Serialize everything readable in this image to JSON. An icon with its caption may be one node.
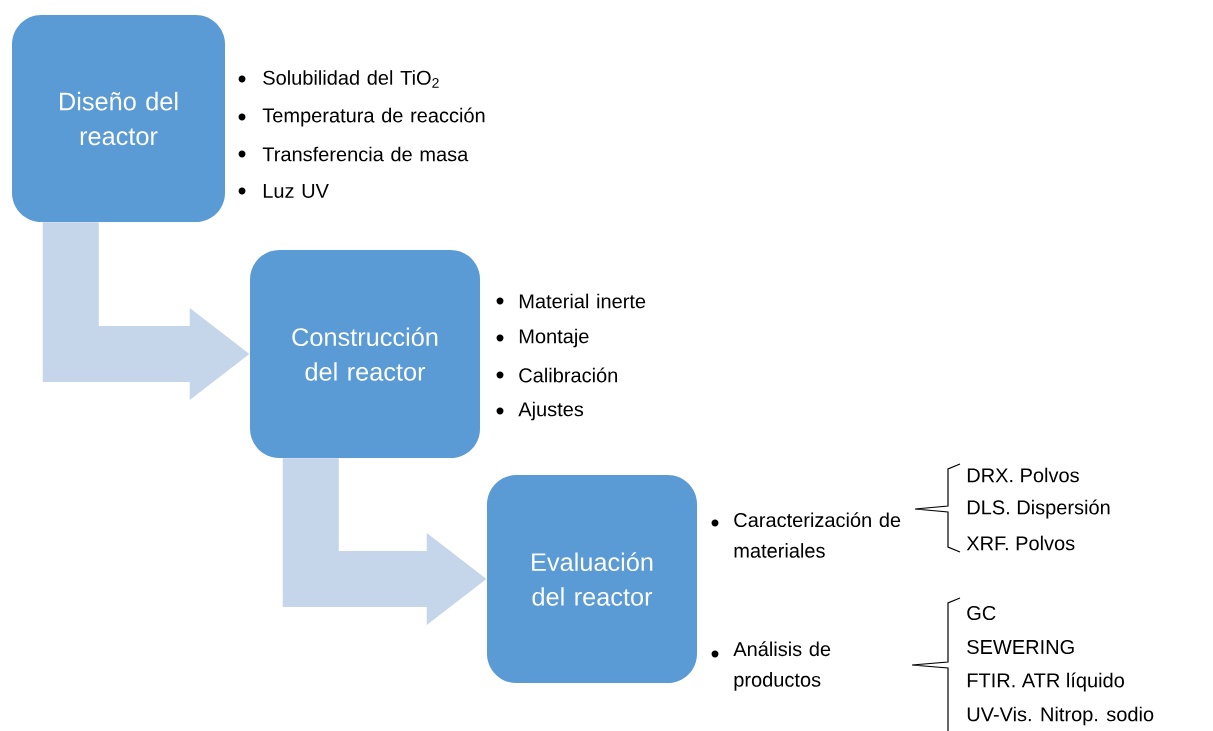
{
  "diagram": {
    "nodes": [
      {
        "text": [
          "Diseño del reactor"
        ],
        "beside": [
          "Solubilidad del TiO$_{2}$",
          "Temperatura de reacción",
          "Transferencia de masa",
          "Luz UV"
        ]
      },
      {
        "text": [
          "Construcción del reactor"
        ],
        "beside": [
          "Material inerte",
          "Montaje",
          "Calibración",
          "Ajustes"
        ]
      },
      {
        "text": [
          "Evaluación del reactor"
        ],
        "beside": [
          "Caracterización de materiales",
          "Análisis de productos"
        ]
      }
    ],
    "edges": [
      {
        "from": 0,
        "to": 1,
        "arrow": "to"
      },
      {
        "from": 1,
        "to": 2,
        "arrow": "to"
      }
    ],
    "labels": [
      "DRX. Polvos",
      "DLS. Dispersión",
      "XRF. Polvos",
      "GC",
      "SEWERING",
      "FTIR. ATR líquido",
      "UV-Vis. Nitrop. sodio"
    ]
  }
}
